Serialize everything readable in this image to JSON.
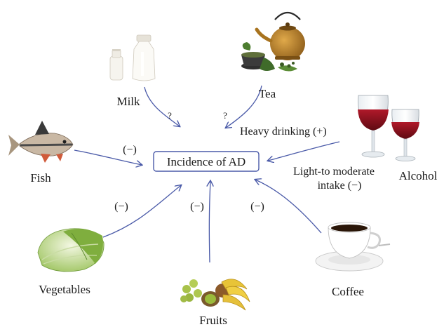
{
  "center": {
    "label": "Incidence of AD"
  },
  "nodes": {
    "milk": {
      "label": "Milk",
      "relation": "?"
    },
    "tea": {
      "label": "Tea",
      "relation": "?"
    },
    "fish": {
      "label": "Fish",
      "relation": "(−)"
    },
    "alcohol": {
      "label": "Alcohol",
      "heavy": "Heavy drinking (+)",
      "light_line1": "Light-to moderate",
      "light_line2": "intake (−)"
    },
    "vegetables": {
      "label": "Vegetables",
      "relation": "(−)"
    },
    "fruits": {
      "label": "Fruits",
      "relation": "(−)"
    },
    "coffee": {
      "label": "Coffee",
      "relation": "(−)"
    }
  },
  "colors": {
    "arrow": "#4a5aa8",
    "box_border": "#4a5aa8",
    "text": "#1a1a1a"
  }
}
